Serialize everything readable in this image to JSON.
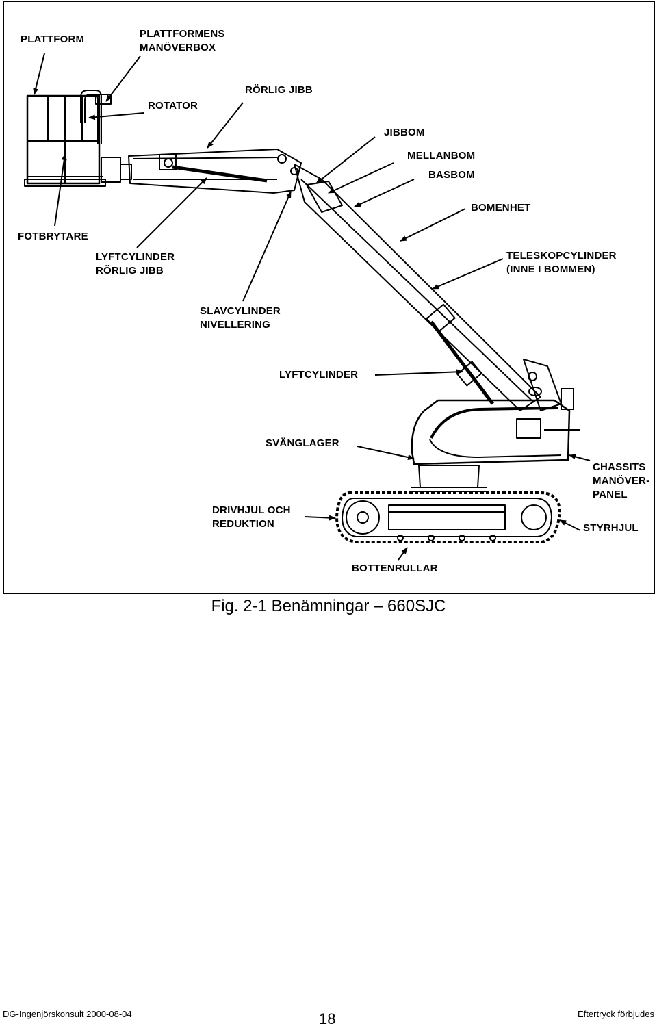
{
  "labels": {
    "plattform": "PLATTFORM",
    "plattformens_1": "PLATTFORMENS",
    "plattformens_2": "MANÖVERBOX",
    "rotator": "ROTATOR",
    "rorlig_jibb": "RÖRLIG JIBB",
    "jibbom": "JIBBOM",
    "mellanbom": "MELLANBOM",
    "basbom": "BASBOM",
    "bomenhet": "BOMENHET",
    "fotbrytare": "FOTBRYTARE",
    "lyftcyl_jibb_1": "LYFTCYLINDER",
    "lyftcyl_jibb_2": "RÖRLIG JIBB",
    "telecyl_1": "TELESKOPCYLINDER",
    "telecyl_2": "(INNE I BOMMEN)",
    "slav_1": "SLAVCYLINDER",
    "slav_2": "NIVELLERING",
    "lyftcylinder": "LYFTCYLINDER",
    "svanglager": "SVÄNGLAGER",
    "chassits_1": "CHASSITS",
    "chassits_2": "MANÖVER-",
    "chassits_3": "PANEL",
    "drivhjul_1": "DRIVHJUL OCH",
    "drivhjul_2": "REDUKTION",
    "styrhjul": "STYRHJUL",
    "bottenrullar": "BOTTENRULLAR"
  },
  "caption": "Fig. 2-1 Benämningar – 660SJC",
  "footer": {
    "left": "DG-Ingenjörskonsult 2000-08-04",
    "page": "18",
    "right": "Eftertryck förbjudes"
  }
}
